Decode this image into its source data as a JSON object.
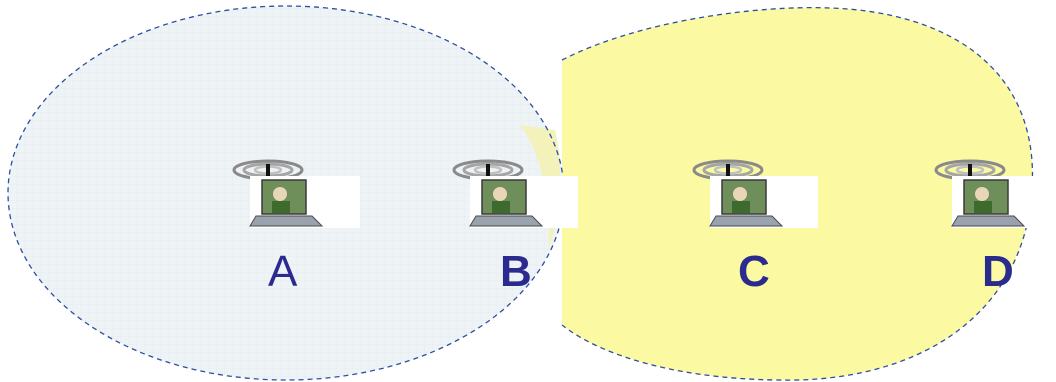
{
  "diagram": {
    "nodes": [
      {
        "id": "A",
        "label": "A"
      },
      {
        "id": "B",
        "label": "B"
      },
      {
        "id": "C",
        "label": "C"
      },
      {
        "id": "D",
        "label": "D"
      }
    ],
    "ranges": [
      {
        "id": "range-left",
        "fill": "#eef3f6",
        "border": "#2d4fa0"
      },
      {
        "id": "range-right",
        "fill": "#fbfaa2",
        "border": "#2d4fa0"
      }
    ],
    "colors": {
      "label": "#2b2b8f",
      "antenna_ring": "#8a8a8a",
      "antenna_mast": "#111111",
      "laptop_body": "#9aa3ad",
      "laptop_screen": "#6e8f5a"
    },
    "icons": [
      "wireless-antenna-icon",
      "laptop-icon"
    ]
  }
}
